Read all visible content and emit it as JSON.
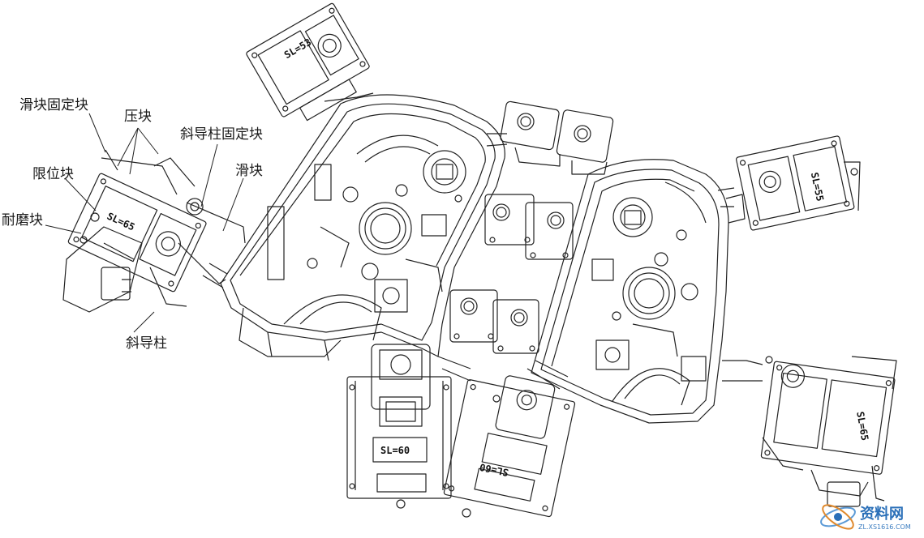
{
  "labels": {
    "slider_fixing_block": "滑块固定块",
    "press_block": "压块",
    "angle_pin_fixing_block": "斜导柱固定块",
    "limit_block": "限位块",
    "slider": "滑块",
    "wear_plate": "耐磨块",
    "angle_pin": "斜导柱"
  },
  "stamps": {
    "top": "SL=53",
    "left": "SL=65",
    "right_upper": "SL=55",
    "bottom_mid": "SL=60",
    "bottom_tilted": "SL=60",
    "right_lower": "SL=65"
  },
  "watermark": {
    "text": "资料网",
    "url": "ZL.XS1616.COM"
  },
  "colors": {
    "line": "#222222",
    "label": "#1a1a1a",
    "watermark": "#2a6fb8"
  }
}
